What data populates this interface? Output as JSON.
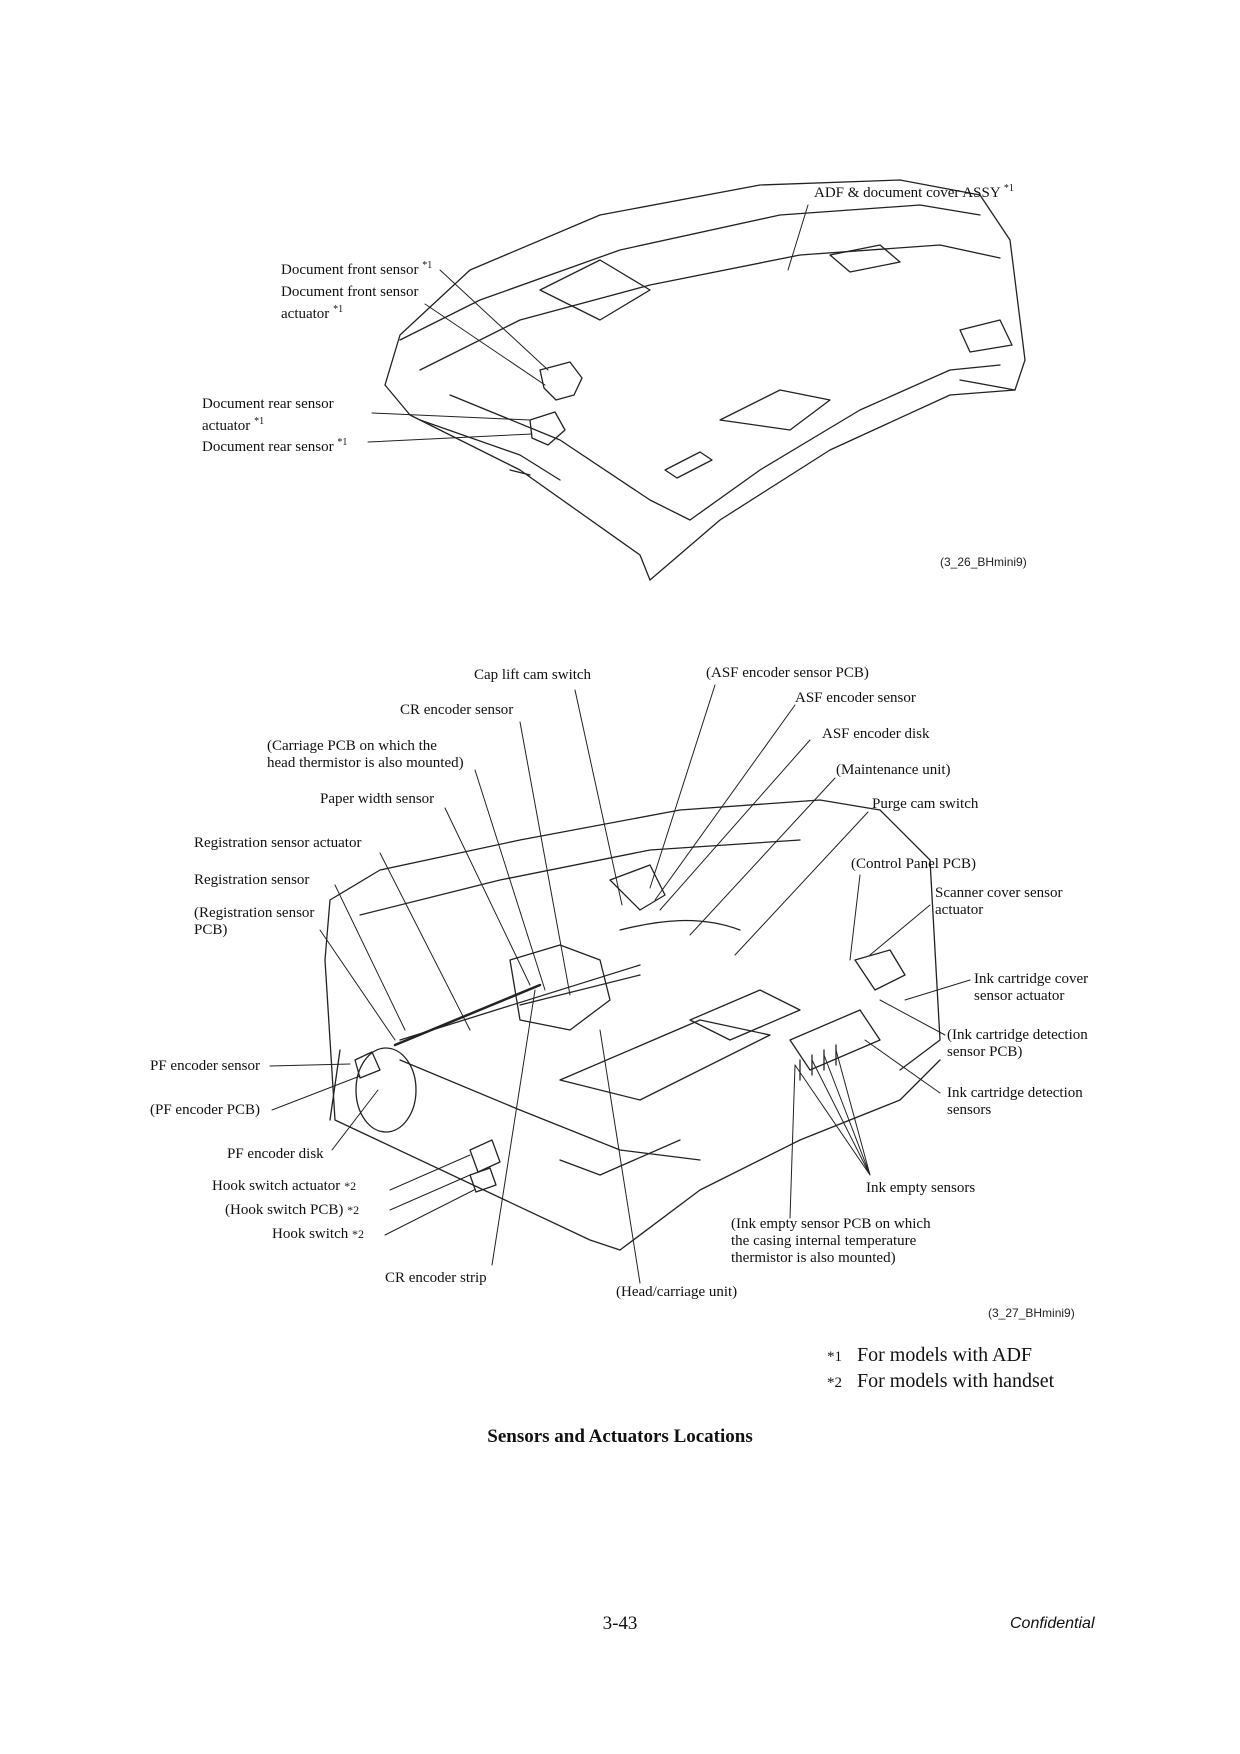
{
  "figure1": {
    "ref": "(3_26_BHmini9)",
    "labels": {
      "adf_cover": "ADF & document cover ASSY",
      "doc_front_sensor": "Document front sensor",
      "doc_front_actuator_l1": "Document front sensor",
      "doc_front_actuator_l2": "actuator",
      "doc_rear_actuator_l1": "Document rear sensor",
      "doc_rear_actuator_l2": "actuator",
      "doc_rear_sensor": "Document rear sensor"
    }
  },
  "figure2": {
    "ref": "(3_27_BHmini9)",
    "labels": {
      "cap_lift": "Cap lift cam switch",
      "asf_pcb": "(ASF encoder sensor PCB)",
      "asf_sensor": "ASF encoder sensor",
      "cr_sensor": "CR encoder sensor",
      "asf_disk": "ASF encoder disk",
      "carriage_pcb_l1": "(Carriage PCB on which the",
      "carriage_pcb_l2": "head thermistor is also mounted)",
      "maintenance": "(Maintenance unit)",
      "paper_width": "Paper width sensor",
      "purge_cam": "Purge cam switch",
      "reg_actuator": "Registration sensor actuator",
      "control_panel": "(Control Panel PCB)",
      "reg_sensor": "Registration sensor",
      "scanner_cover_l1": "Scanner cover sensor",
      "scanner_cover_l2": "actuator",
      "reg_pcb_l1": "(Registration sensor",
      "reg_pcb_l2": "PCB)",
      "ink_cover_l1": "Ink cartridge cover",
      "ink_cover_l2": "sensor actuator",
      "ink_detect_pcb_l1": "(Ink cartridge detection",
      "ink_detect_pcb_l2": "sensor PCB)",
      "pf_sensor": "PF encoder sensor",
      "ink_detect_l1": "Ink cartridge detection",
      "ink_detect_l2": "sensors",
      "pf_pcb": "(PF encoder PCB)",
      "pf_disk": "PF encoder disk",
      "hook_actuator": "Hook switch actuator",
      "ink_empty": "Ink empty sensors",
      "hook_pcb": "(Hook switch PCB)",
      "ink_empty_pcb_l1": "(Ink empty sensor PCB on which",
      "ink_empty_pcb_l2": "the casing internal temperature",
      "ink_empty_pcb_l3": "thermistor is also mounted)",
      "hook_switch": "Hook switch",
      "cr_strip": "CR encoder strip",
      "head_carriage": "(Head/carriage unit)"
    }
  },
  "marks": {
    "star1": "*1",
    "star2": "*2"
  },
  "notes": [
    {
      "key": "*1",
      "text": "For models with ADF"
    },
    {
      "key": "*2",
      "text": "For models with handset"
    }
  ],
  "caption": "Sensors and Actuators Locations",
  "footer": {
    "page": "3-43",
    "confidential": "Confidential"
  }
}
